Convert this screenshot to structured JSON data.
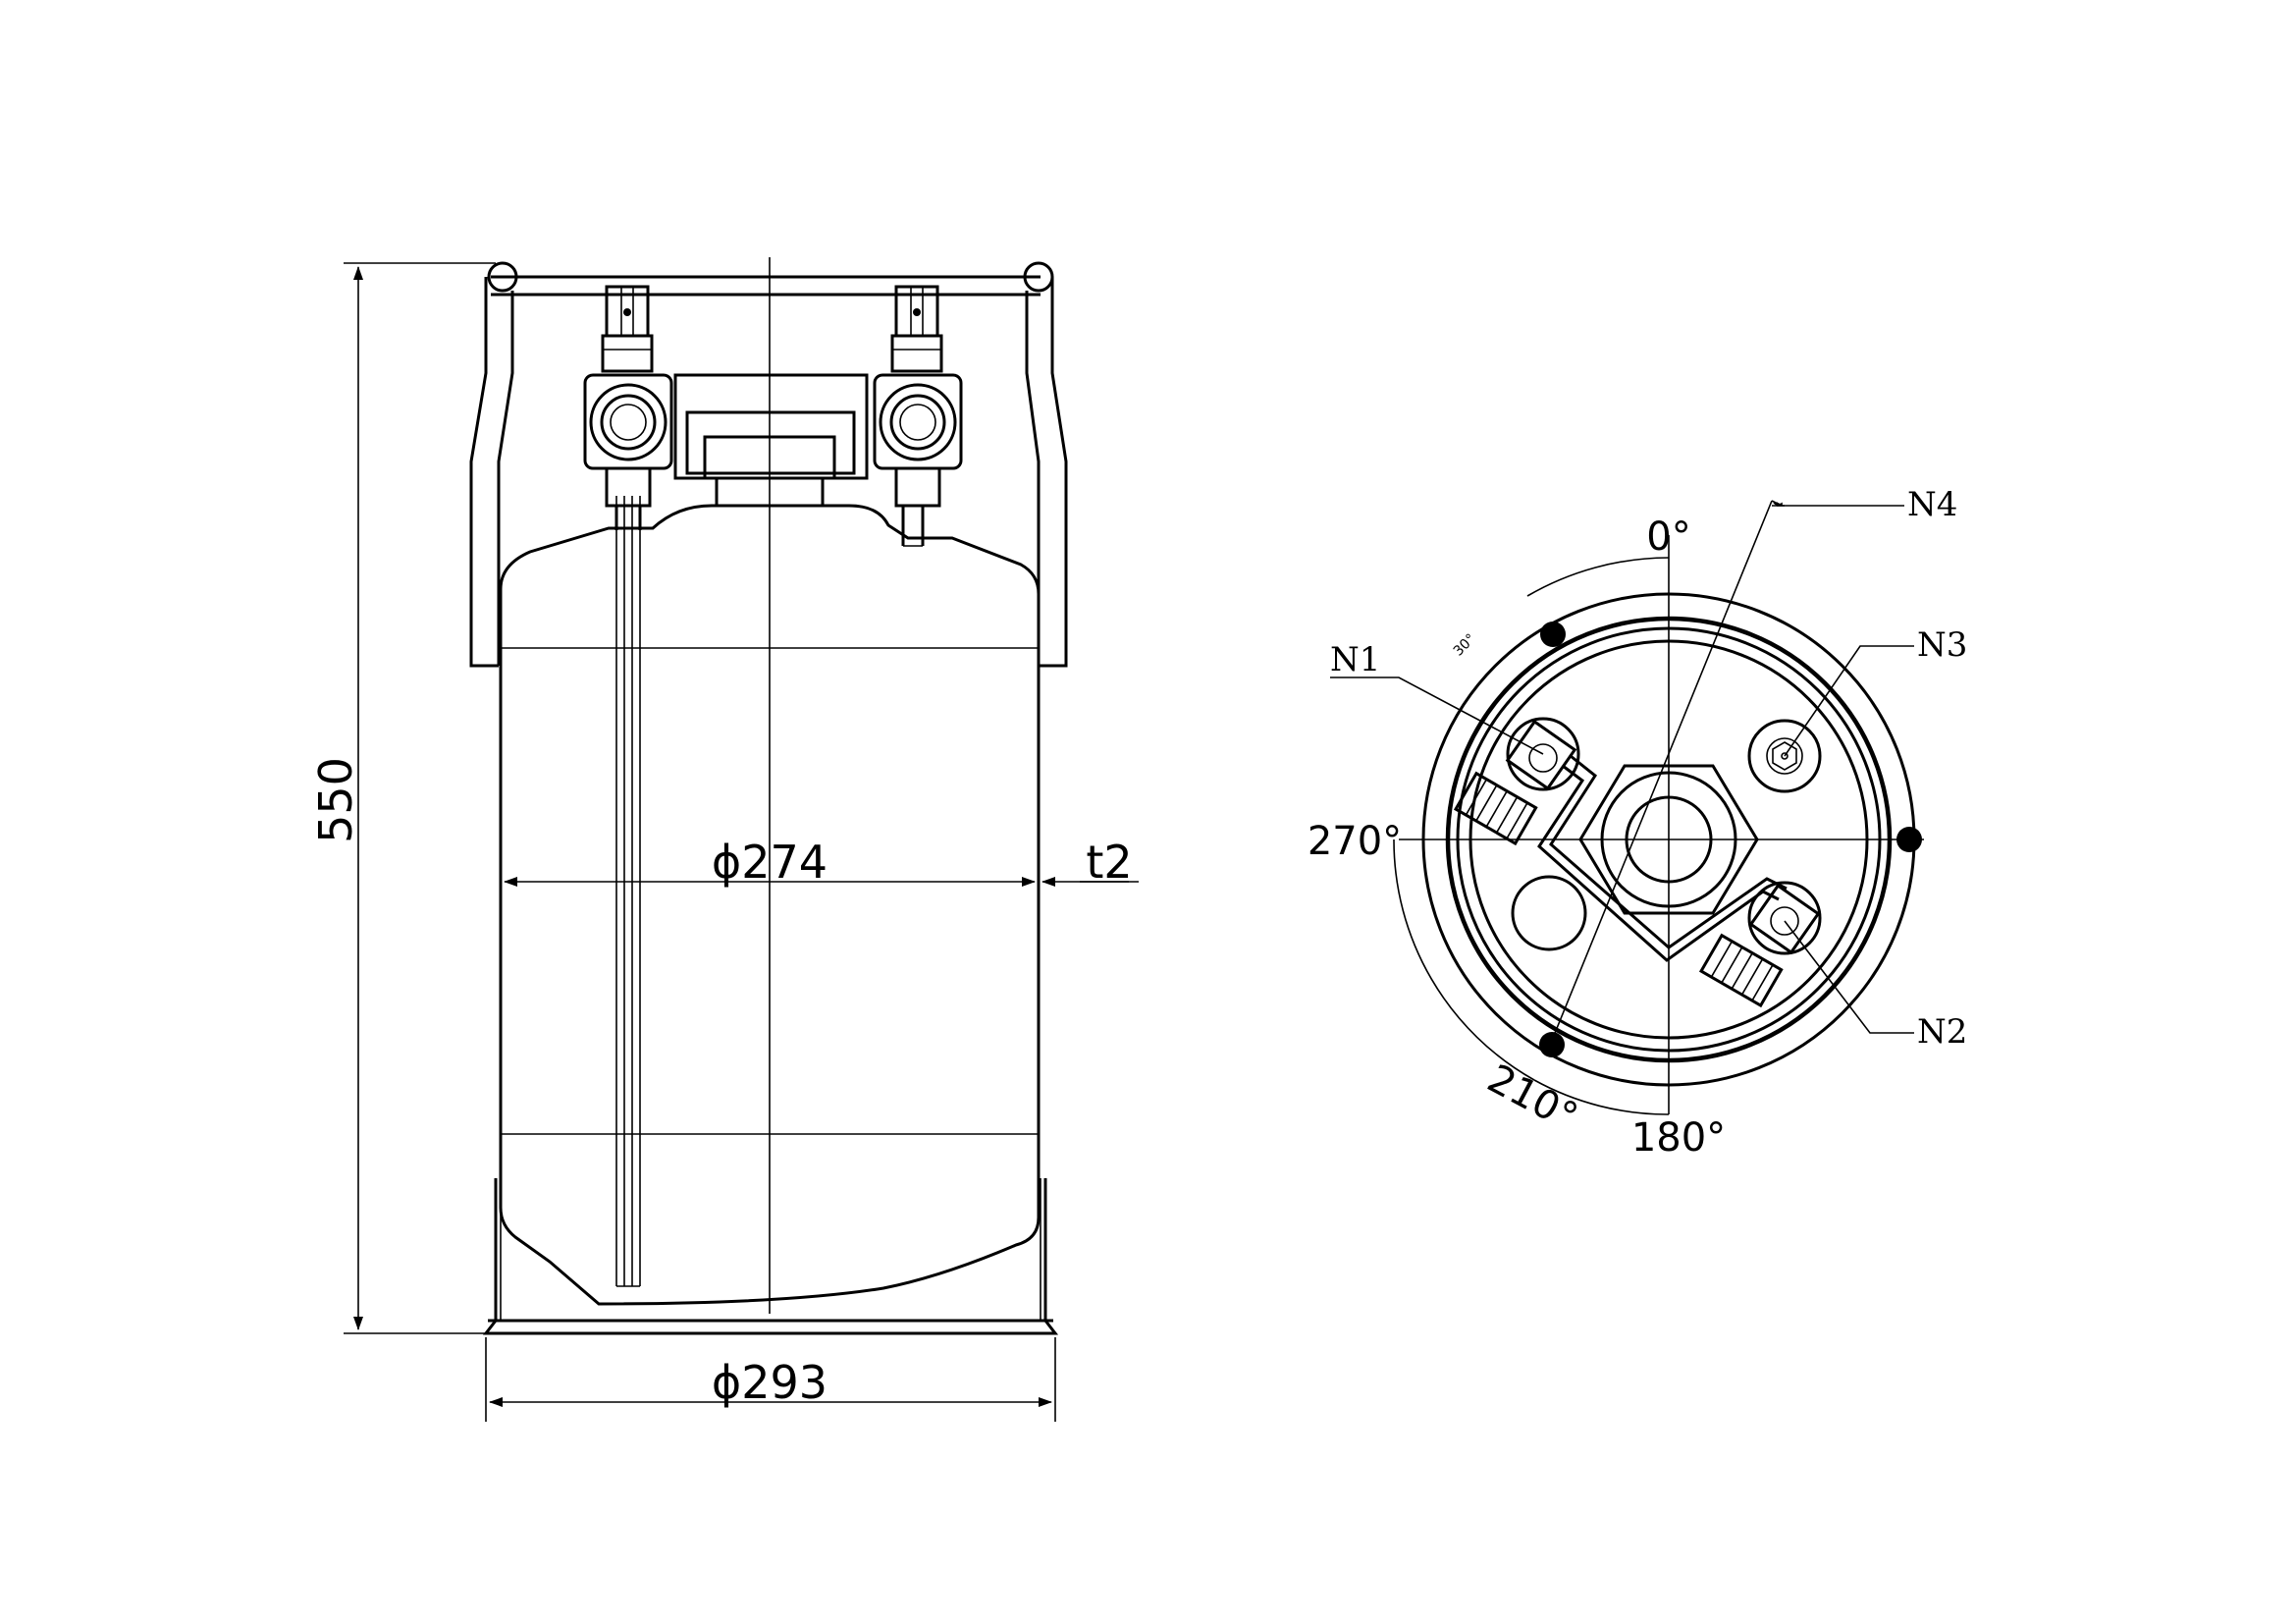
{
  "side_view": {
    "dim_height": "550",
    "dim_shell_diameter": "ϕ274",
    "dim_thickness": "t2",
    "dim_base_diameter": "ϕ293"
  },
  "top_view": {
    "angle_0": "0°",
    "angle_270": "270°",
    "angle_210": "210°",
    "angle_180": "180°",
    "angle_small": "30°",
    "nozzles": {
      "n1": "N1",
      "n2": "N2",
      "n3": "N3",
      "n4": "N4"
    }
  }
}
